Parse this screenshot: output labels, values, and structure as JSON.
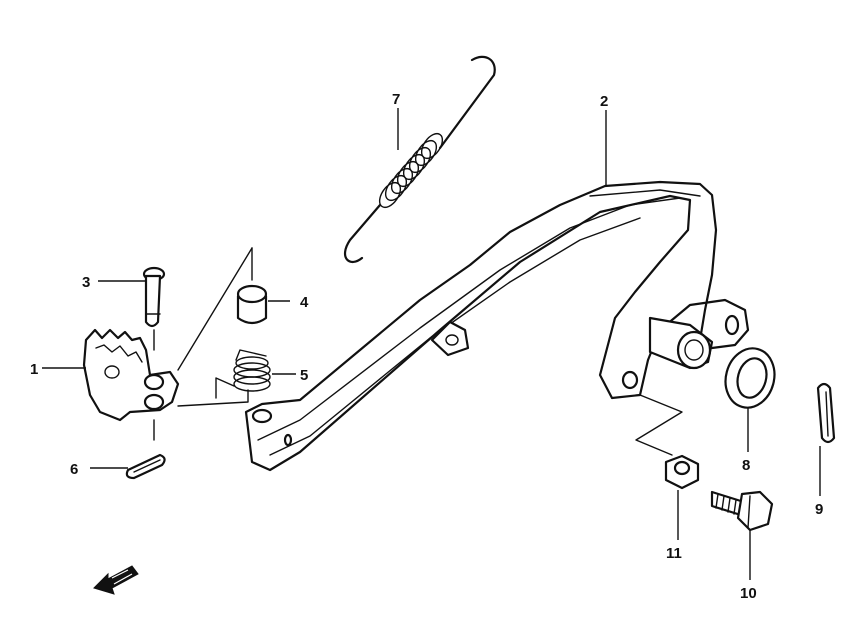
{
  "callouts": {
    "c1": "1",
    "c2": "2",
    "c3": "3",
    "c4": "4",
    "c5": "5",
    "c6": "6",
    "c7": "7",
    "c8": "8",
    "c9": "9",
    "c10": "10",
    "c11": "11"
  },
  "icons": {
    "direction": "forward-arrow-icon"
  }
}
